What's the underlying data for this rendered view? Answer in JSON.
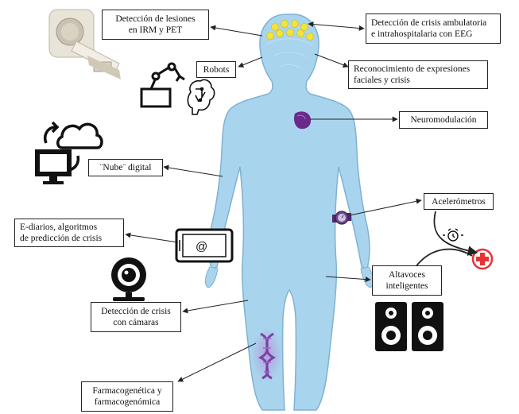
{
  "labels": {
    "lesion_detection": [
      "Detección de lesiones",
      "en IRM y PET"
    ],
    "eeg_detection": [
      "Detección de crisis ambulatoria",
      "e intrahospitalaria con EEG"
    ],
    "robots": [
      "Robots"
    ],
    "facial_recognition": [
      "Reconocimiento de expresiones",
      "faciales y crisis"
    ],
    "neuromodulation": [
      "Neuromodulación"
    ],
    "digital_cloud": [
      "¨Nube¨ digital"
    ],
    "accelerometers": [
      "Acelerómetros"
    ],
    "e_diaries": [
      "E-diarios, algoritmos",
      "de predicción de crisis"
    ],
    "smart_speakers": [
      "Altavoces",
      "inteligentes"
    ],
    "camera_detection": [
      "Detección de crisis",
      "con cámaras"
    ],
    "pharmacogenetics": [
      "Farmacogenética y",
      "farmacogenómica"
    ]
  },
  "tablet_symbol": "@",
  "colors": {
    "body": "#a9d4ee",
    "body_stroke": "#7fb2d3",
    "electrodes": "#f3e43a",
    "neurostim": "#6b2a8a",
    "dna": "#7a3fa6",
    "medical_cross": "#e63232",
    "icons": "#111111"
  },
  "icons": [
    "mri-scanner-icon",
    "robot-arm-icon",
    "brain-chip-icon",
    "cloud-sync-icon",
    "monitor-icon",
    "tablet-icon",
    "webcam-icon",
    "speaker-icon",
    "alarm-clock-icon",
    "medical-cross-icon",
    "smartwatch-icon",
    "dna-icon"
  ]
}
